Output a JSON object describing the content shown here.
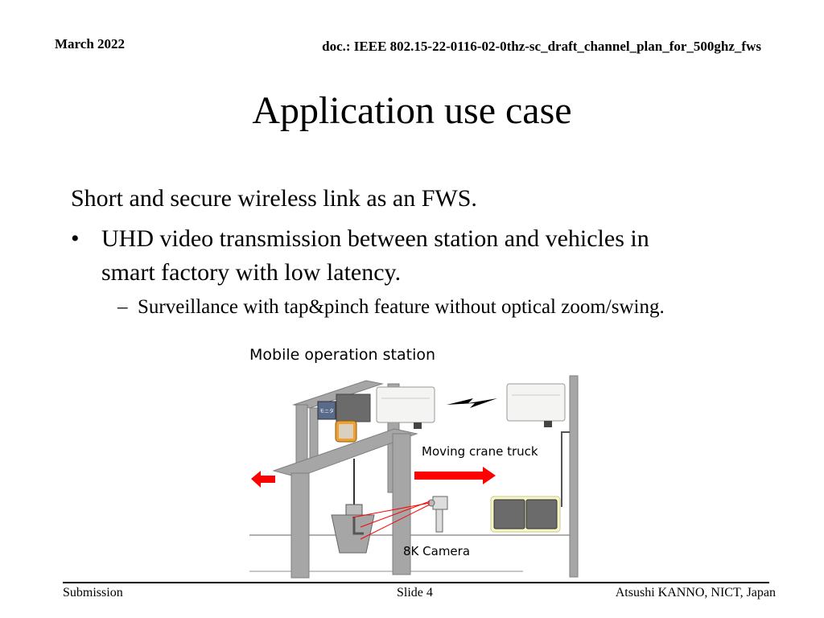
{
  "header": {
    "date": "March 2022",
    "doc": "doc.: IEEE 802.15-22-0116-02-0thz-sc_draft_channel_plan_for_500ghz_fws"
  },
  "slide": {
    "title": "Application use case",
    "intro": "Short and secure wireless link as an FWS.",
    "bullet_symbol": "•",
    "bullet_line1": "UHD video transmission between station and vehicles in",
    "bullet_line2": "smart factory with low latency.",
    "dash_symbol": "–",
    "sub_bullet": "Surveillance with tap&pinch feature without optical zoom/swing."
  },
  "figure": {
    "label_station": "Mobile operation station",
    "label_truck": "Moving crane truck",
    "label_camera": "8K Camera",
    "monitor_text": "モニタ",
    "colors": {
      "arrow": "#ff0000",
      "structure": "#a0a0a0",
      "box_highlight": "#f7f7c8",
      "laser": "#ff0000"
    }
  },
  "footer": {
    "left": "Submission",
    "center": "Slide 4",
    "right": "Atsushi KANNO, NICT, Japan"
  }
}
